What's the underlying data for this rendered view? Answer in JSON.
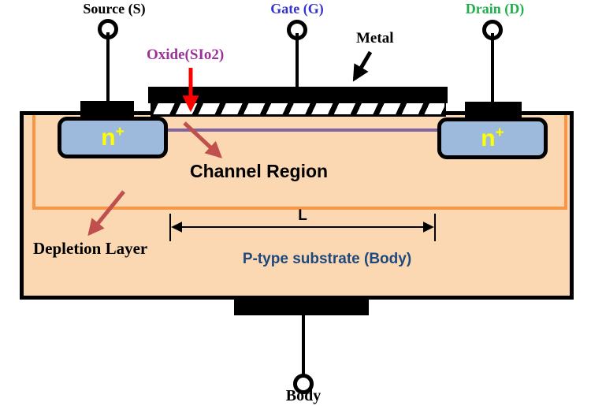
{
  "diagram": "MOSFET cross-section",
  "colors": {
    "ink": "#000000",
    "substrate": "#FBD8B2",
    "n_fill": "#9DB9DC",
    "n_text": "#FFFF00",
    "orange": "#F79646",
    "purple": "#8064A2",
    "dark_red": "#C0504D",
    "red": "#FF0000",
    "gate_blue": "#3333CC",
    "drain_green": "#1FAF4B",
    "oxide_purple": "#993399",
    "ptype_blue": "#1F497D"
  },
  "terminals": {
    "source": {
      "label": "Source (S)"
    },
    "gate": {
      "label": "Gate (G)"
    },
    "drain": {
      "label": "Drain (D)"
    },
    "body": {
      "label": "Body"
    }
  },
  "annotations": {
    "metal": "Metal",
    "oxide": "Oxide(SIo2)",
    "channel": "Channel Region",
    "depletion": "Depletion Layer",
    "substrate": "P-type substrate (Body)",
    "channel_length": "L"
  },
  "regions": {
    "source_n": {
      "base": "n",
      "sup": "+"
    },
    "drain_n": {
      "base": "n",
      "sup": "+"
    }
  }
}
